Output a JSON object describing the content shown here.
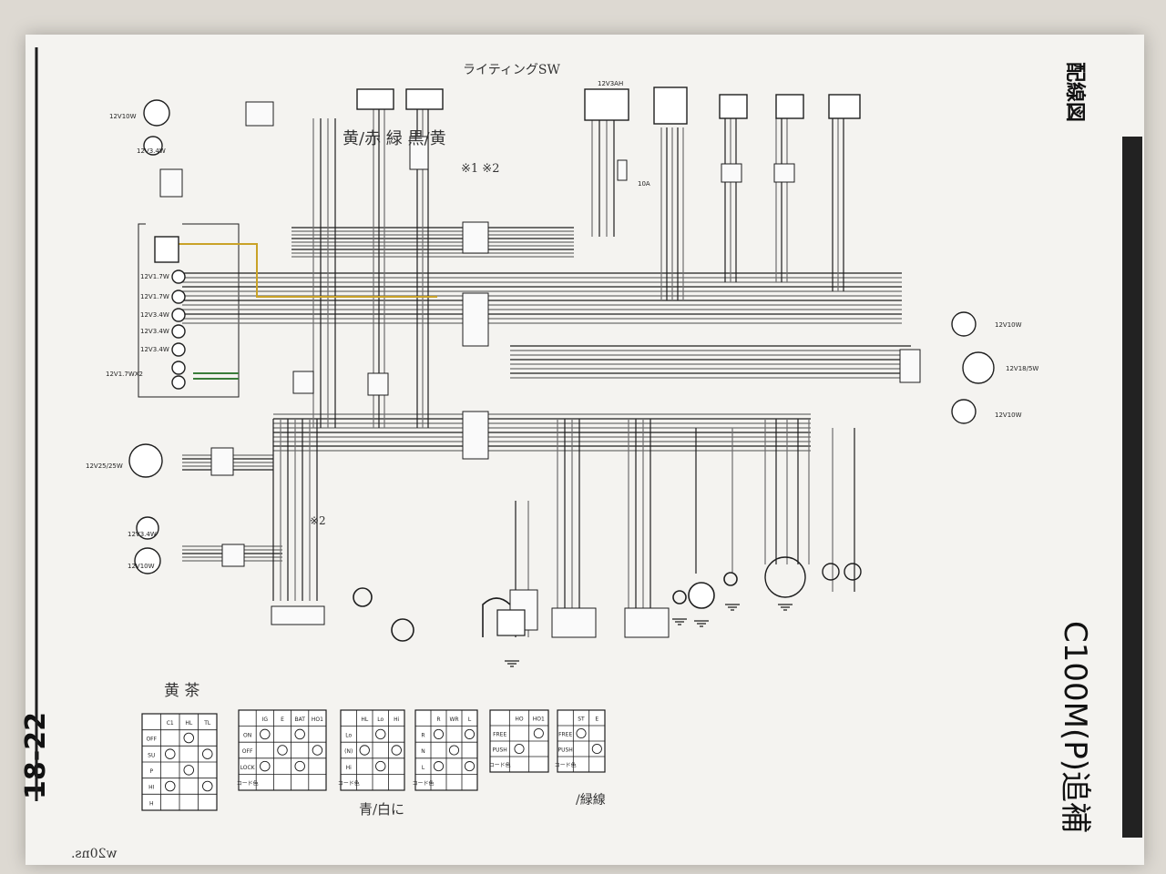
{
  "page": {
    "number": "18-22",
    "title": "配線図",
    "subtitle": "C100M(P)追補"
  },
  "components": {
    "lighting_switch_top": "ライティングSW",
    "battery_rating": "12V3AH",
    "fuse_rating": "10A",
    "rear_right_lamp_rating": "12V10W",
    "tail_lamp_rating": "12V18/5W",
    "rear_left_lamp_rating": "12V10W",
    "headlight_rating": "12V25/25W",
    "front_r_winker_rating": "12V10W",
    "front_r_position_rating": "12V3.4W",
    "front_l_position_rating": "12V3.4W",
    "front_l_winker_rating": "12V10W",
    "indicator_ratings": [
      "12V1.7W",
      "12V1.7W",
      "12V3.4W",
      "12V3.4W",
      "12V3.4W"
    ],
    "meter_light_rating": "12V1.7WX2"
  },
  "annotations": {
    "hw_colors_top": "黄/赤  緑  黒/黄",
    "hw_marks_top": "※1 ※2",
    "hw_yellow_tea": "黄  茶",
    "hw_blue_white": "青/白に",
    "hw_green_line": "/緑線",
    "hw_mirror_note": "w20ns.",
    "hw_side_mark": "※2"
  },
  "switch_tables": [
    {
      "columns": [
        "",
        "C1",
        "HL",
        "TL"
      ],
      "rows": [
        "OFF",
        "SU",
        "P",
        "HI",
        "H"
      ]
    },
    {
      "columns": [
        "",
        "IG",
        "E",
        "BAT",
        "HO1"
      ],
      "rows": [
        "ON",
        "OFF",
        "LOCK",
        "コード色"
      ]
    },
    {
      "columns": [
        "",
        "HL",
        "Lo",
        "Hi"
      ],
      "rows": [
        "Lo",
        "(N)",
        "Hi",
        "コード色"
      ]
    },
    {
      "columns": [
        "",
        "R",
        "WR",
        "L"
      ],
      "rows": [
        "R",
        "N",
        "L",
        "コード色"
      ]
    },
    {
      "columns": [
        "",
        "HO",
        "HO1"
      ],
      "rows": [
        "FREE",
        "PUSH",
        "コード色"
      ]
    },
    {
      "columns": [
        "",
        "ST",
        "E"
      ],
      "rows": [
        "FREE",
        "PUSH",
        "コード色"
      ]
    }
  ],
  "colors": {
    "paper": "#f4f3f0",
    "ink": "#1e1e1e",
    "wire_gray": "#6e6e6e",
    "wire_yellow": "#c9a227",
    "wire_green": "#3a7d3a",
    "side_band": "#222222"
  }
}
